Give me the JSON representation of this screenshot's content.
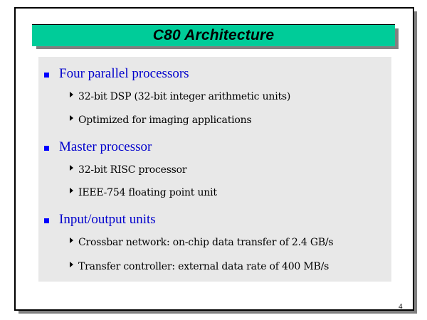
{
  "slide": {
    "title": "C80 Architecture",
    "page_number": "4",
    "colors": {
      "title_bar": "#00cc99",
      "heading_text": "#0000cc",
      "bullet": "#0000ff",
      "content_background": "#e8e8e8",
      "shadow": "#808080"
    },
    "sections": [
      {
        "heading": "Four parallel processors",
        "bullet_icon": "square-bullet",
        "items": [
          "32-bit DSP (32-bit integer arithmetic units)",
          "Optimized for imaging applications"
        ]
      },
      {
        "heading": "Master processor",
        "bullet_icon": "square-bullet",
        "items": [
          "32-bit RISC processor",
          "IEEE-754 floating point unit"
        ]
      },
      {
        "heading": "Input/output units",
        "bullet_icon": "square-bullet",
        "items": [
          "Crossbar network: on-chip data transfer of 2.4 GB/s",
          "Transfer controller: external data rate of 400 MB/s"
        ]
      }
    ]
  }
}
